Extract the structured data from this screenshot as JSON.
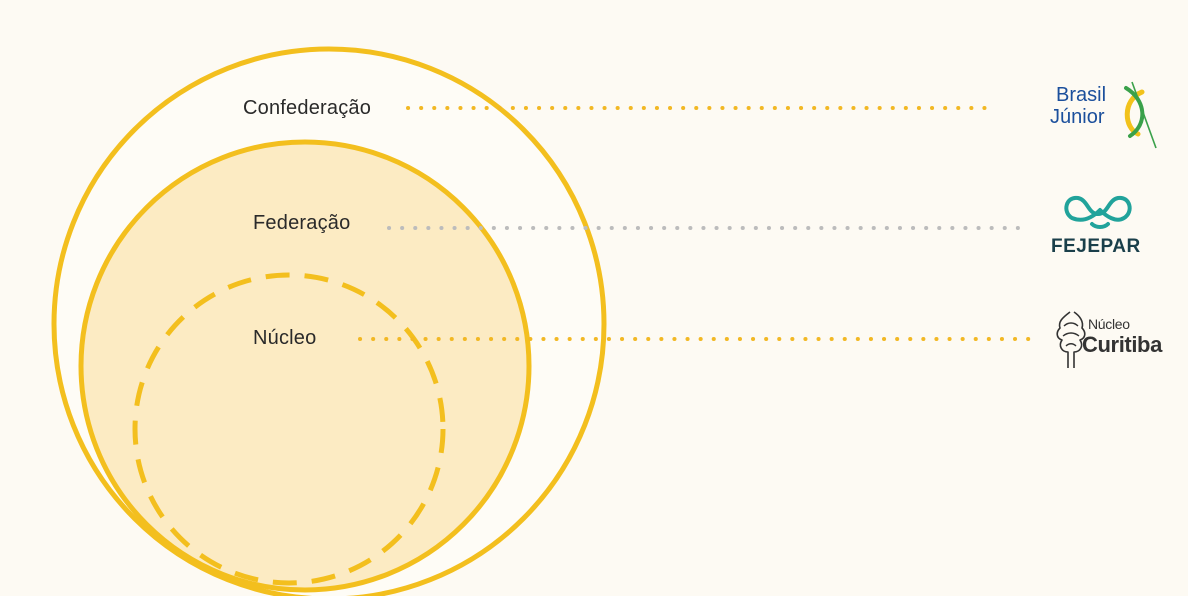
{
  "levels": [
    {
      "id": "confederacao",
      "label": "Confederação",
      "logo": "brasil-junior-logo",
      "line_color": "#f2b824",
      "line_style": "dotted"
    },
    {
      "id": "federacao",
      "label": "Federação",
      "logo": "fejepar-logo",
      "line_color": "#b8b8b8",
      "line_style": "dotted"
    },
    {
      "id": "nucleo",
      "label": "Núcleo",
      "logo": "nucleo-curitiba-logo",
      "line_color": "#f2b824",
      "line_style": "dotted"
    }
  ],
  "logos": {
    "brasil_junior": {
      "line1": "Brasil",
      "line2": "Júnior",
      "text_color": "#1b4f9c",
      "swoosh_yellow": "#f2c21b",
      "swoosh_green": "#3aa14a"
    },
    "fejepar": {
      "name": "FEJEPAR",
      "icon": "fejepar-icon",
      "icon_color": "#21a39b",
      "text_color": "#1a3f4a"
    },
    "nucleo_curitiba": {
      "small": "Núcleo",
      "big": "Curitiba",
      "icon": "pine-tree-icon",
      "text_color": "#333333"
    }
  },
  "colors": {
    "background": "#fdfaf3",
    "circle_stroke": "#f3bf1e",
    "federation_fill": "#fcebc3",
    "label_text": "#2a2a2a"
  }
}
